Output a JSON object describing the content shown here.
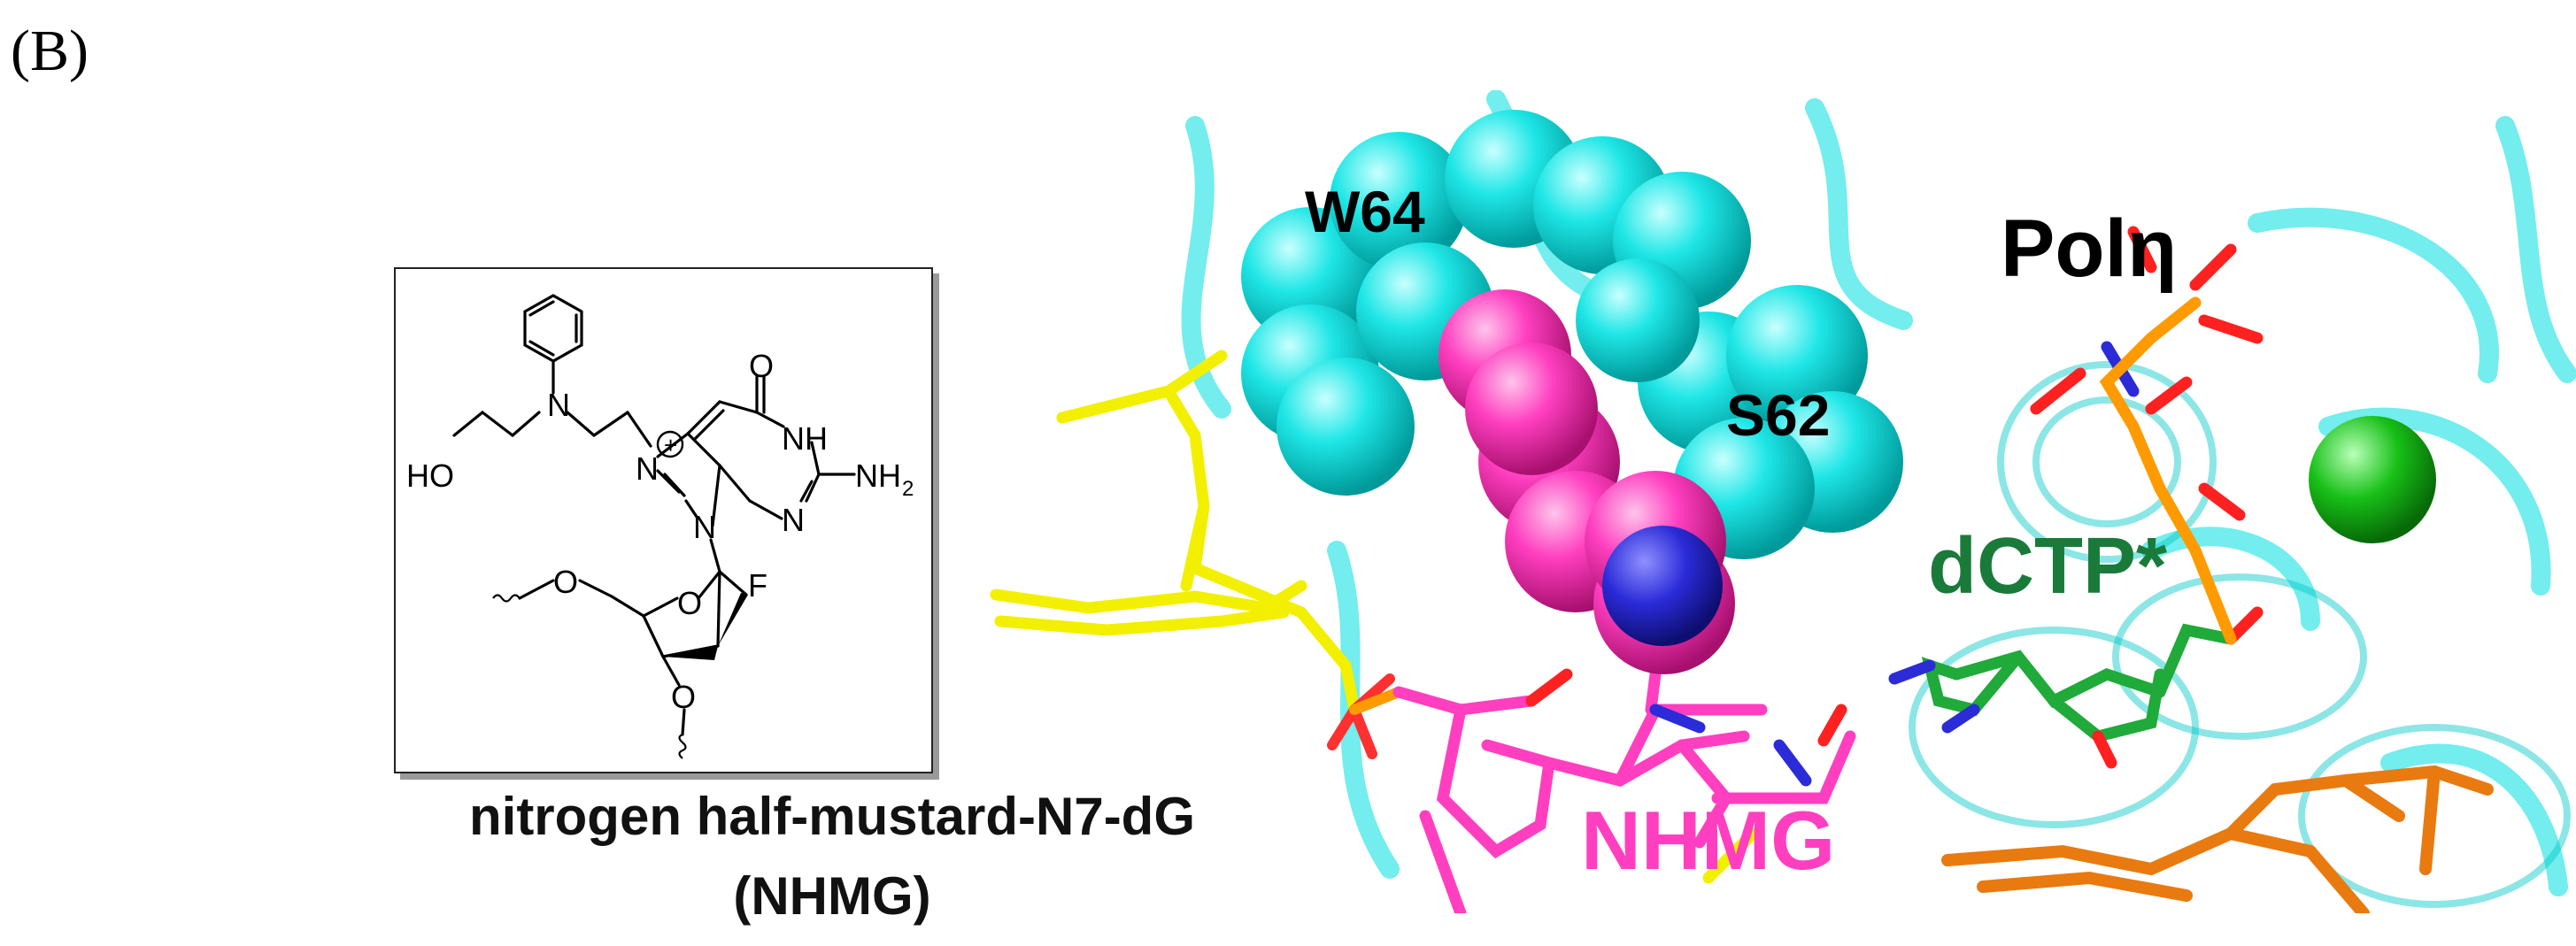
{
  "panel_label": "(B)",
  "structure": {
    "atoms": {
      "o_carbonyl": "O",
      "nh": "NH",
      "nh2": "NH",
      "nh2_sub": "2",
      "n_ring1": "N",
      "n_ring2": "N",
      "n7": "N",
      "n_plus": "+",
      "n9": "N",
      "n_amine": "N",
      "ho": "HO",
      "o_sugar": "O",
      "f": "F",
      "o5": "O",
      "o3": "O"
    },
    "caption_line1": "nitrogen half-mustard-N7-dG",
    "caption_line2": "(NHMG)"
  },
  "model": {
    "label_w64": "W64",
    "label_s62": "S62",
    "label_pol": "Polη",
    "label_dctp": "dCTP*",
    "label_nhmg": "NHMG",
    "colors": {
      "protein": "#00e5e5",
      "adduct": "#ff3fc0",
      "nitrogen": "#2b2bd8",
      "dna_strand": "#f2f000",
      "dctp": "#1faa3a",
      "metal_ion": "#18c018",
      "primer": "#e87a10"
    }
  }
}
